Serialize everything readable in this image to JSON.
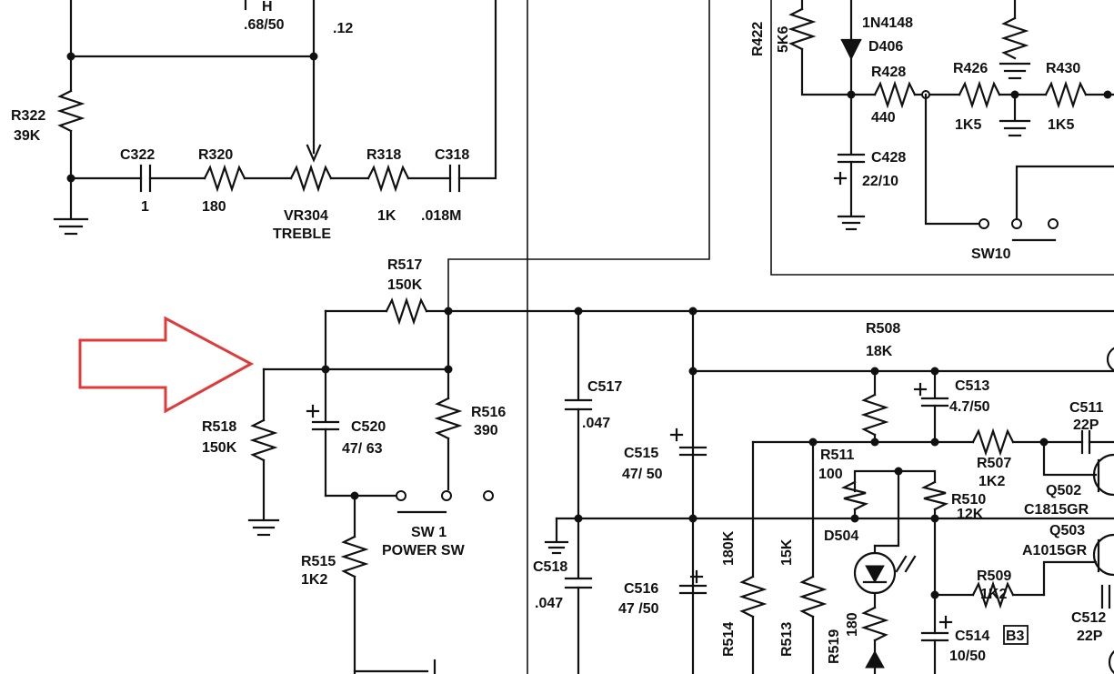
{
  "labels": {
    "r322": "R322",
    "r322_val": "39K",
    "c322": "C322",
    "c322_val": "1",
    "r320": "R320",
    "r320_val": "180",
    "vr304": "VR304",
    "treble": "TREBLE",
    "r318": "R318",
    "r318_val": "1K",
    "c318": "C318",
    "c318_val": ".018M",
    "top_68": ".68/50",
    "top_12": ".12",
    "top_h": "H",
    "r422": "R422",
    "r422_val": "5K6",
    "d406_part": "1N4148",
    "d406": "D406",
    "r428": "R428",
    "r428_val": "440",
    "r426": "R426",
    "r426_val": "1K5",
    "r430": "R430",
    "r430_val": "1K5",
    "c428": "C428",
    "c428_val": "22/10",
    "sw10": "SW10",
    "r517": "R517",
    "r517_val": "150K",
    "r518": "R518",
    "r518_val": "150K",
    "c520": "C520",
    "c520_val": "47/ 63",
    "r516": "R516",
    "r516_val": "390",
    "sw1": "SW 1",
    "power_sw": "POWER  SW",
    "r515": "R515",
    "r515_val": "1K2",
    "c517": "C517",
    "c517_val": ".047",
    "c515": "C515",
    "c515_val": "47/ 50",
    "c518": "C518",
    "c518_val": ".047",
    "c516": "C516",
    "c516_val": "47 /50",
    "r508": "R508",
    "r508_val": "18K",
    "c513": "C513",
    "c513_val": "4.7/50",
    "c511": "C511",
    "c511_val": "22P",
    "r511": "R511",
    "r511_val": "100",
    "r507": "R507",
    "r507_val": "1K2",
    "r510": "R510",
    "r510_val": "12K",
    "q502": "Q502",
    "q502_part": "C1815GR",
    "q503": "Q503",
    "q503_part": "A1015GR",
    "d504": "D504",
    "r514": "R514",
    "r514_val": "180K",
    "r513": "R513",
    "r513_val": "15K",
    "r519": "R519",
    "r519_val": "180",
    "r509": "R509",
    "r509_val": "1K2",
    "c514": "C514",
    "c514_val": "10/50",
    "b3": "B3",
    "c512": "C512",
    "c512_val": "22P"
  },
  "colors": {
    "ink": "#111111",
    "arrow": "#e03a3a",
    "paper": "#ffffff"
  },
  "icons": {
    "pointer": "arrow-right-icon"
  }
}
